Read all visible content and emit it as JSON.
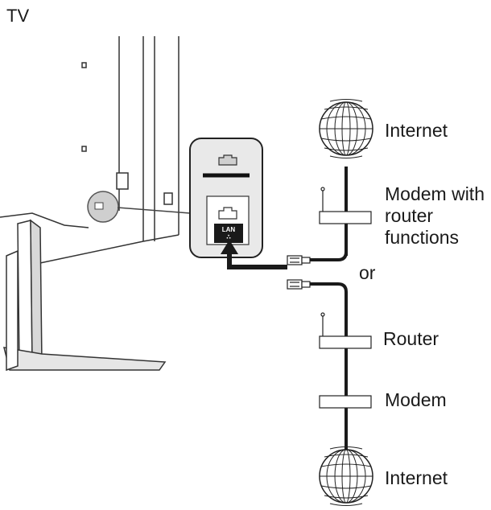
{
  "labels": {
    "tv": "TV",
    "internet_top": "Internet",
    "modem_with_router": "Modem with router functions",
    "or": "or",
    "router": "Router",
    "modem": "Modem",
    "internet_bottom": "Internet",
    "lan": "LAN"
  },
  "colors": {
    "line": "#1a1a1a",
    "panel": "#e9e9e9",
    "tv_gray": "#d8d8d8",
    "background": "#ffffff"
  },
  "icons": [
    "globe-icon",
    "ethernet-port-icon",
    "ethernet-plug-icon",
    "network-icon"
  ]
}
